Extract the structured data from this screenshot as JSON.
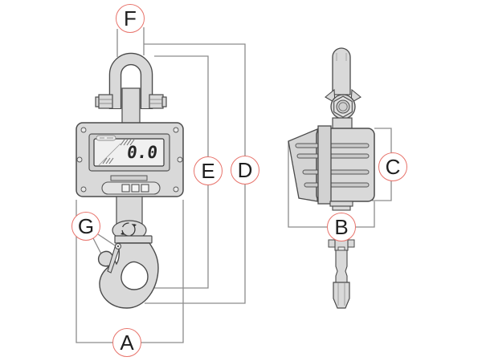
{
  "display": {
    "value": "0.0"
  },
  "labels": {
    "a": "A",
    "b": "B",
    "c": "C",
    "d": "D",
    "e": "E",
    "f": "F",
    "g": "G"
  },
  "icons": {
    "swivel": "rotate-swivel-icon",
    "brand": "brand-mark"
  },
  "colors": {
    "label_ring": "#e8736b",
    "outline": "#4a4a4a",
    "metal_fill": "#d9d9d9",
    "metal_light": "#e9e9e9",
    "dimension_line": "#8c8c8c",
    "lcd_background": "#f0f0f0",
    "lcd_digits": "#262626"
  }
}
